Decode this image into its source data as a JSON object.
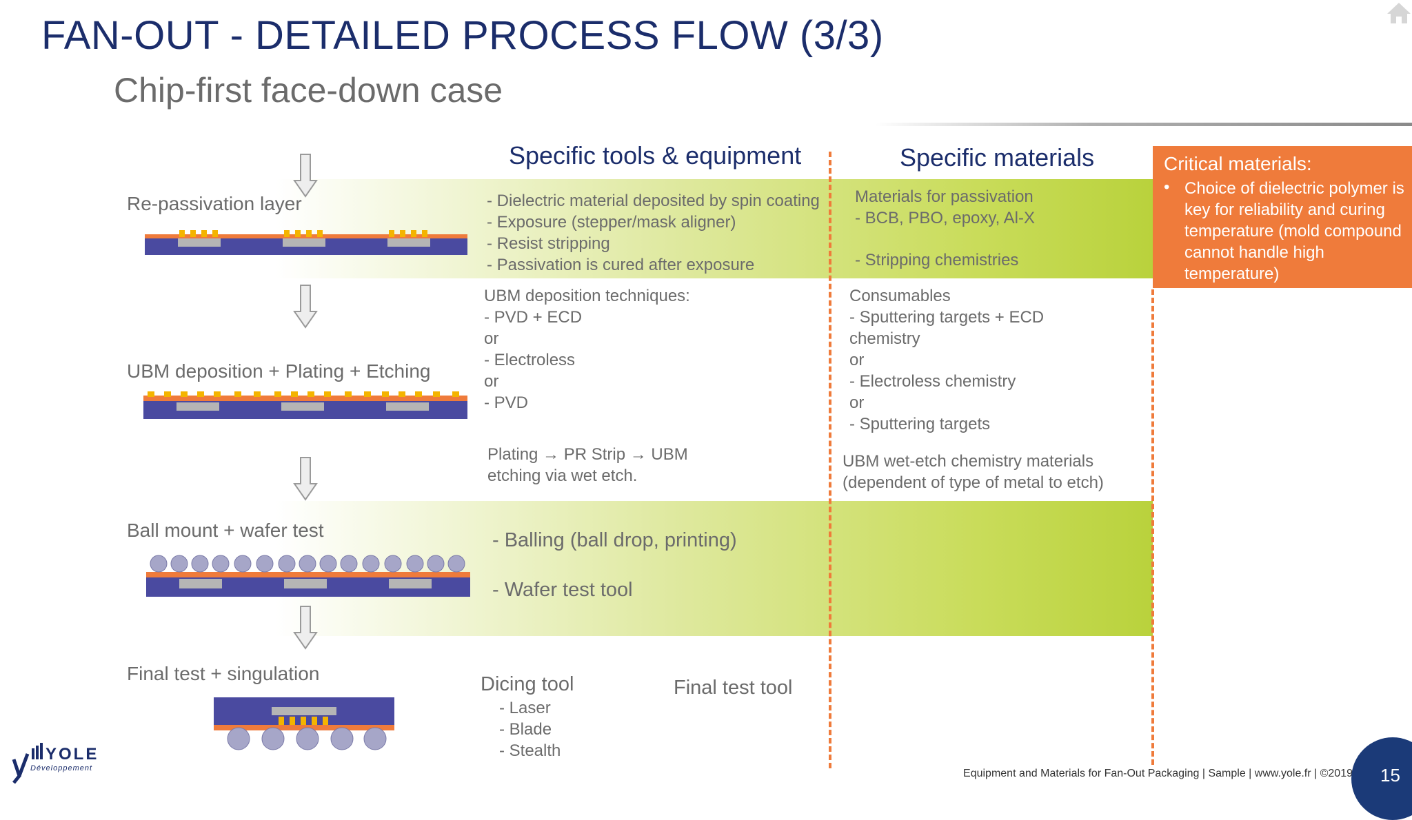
{
  "title": "FAN-OUT - DETAILED PROCESS FLOW (3/3)",
  "subtitle": "Chip-first face-down case",
  "columns": {
    "tools": "Specific tools & equipment",
    "materials": "Specific materials"
  },
  "critical": {
    "title": "Critical materials:",
    "bullet": "•",
    "text": "Choice of dielectric polymer is key for reliability and curing temperature (mold compound cannot handle high temperature)"
  },
  "steps": [
    {
      "label": "Re-passivation layer"
    },
    {
      "label": "UBM deposition + Plating + Etching"
    },
    {
      "label": "Ball mount + wafer test"
    },
    {
      "label": "Final test + singulation"
    }
  ],
  "tools": {
    "repassivation": [
      "-   Dielectric material deposited by spin coating",
      "-   Exposure (stepper/mask aligner)",
      "-   Resist stripping",
      "-   Passivation is cured after exposure"
    ],
    "ubm": [
      "UBM deposition techniques:",
      "- PVD + ECD",
      "or",
      "- Electroless",
      "or",
      "- PVD"
    ],
    "plating": [
      "Plating → PR Strip → UBM",
      "etching via wet etch."
    ],
    "balling": "- Balling (ball drop, printing)",
    "wafer_test": "- Wafer test tool",
    "dicing_title": "Dicing tool",
    "dicing_items": [
      "- Laser",
      "- Blade",
      "- Stealth"
    ],
    "final_test": "Final test tool"
  },
  "materials": {
    "repassivation": [
      "Materials for passivation",
      "- BCB, PBO, epoxy, Al-X"
    ],
    "stripping": "- Stripping chemistries",
    "ubm": [
      "Consumables",
      "- Sputtering targets + ECD",
      "chemistry",
      "or",
      "- Electroless chemistry",
      "or",
      "- Sputtering targets"
    ],
    "wet_etch": [
      "UBM wet-etch chemistry materials",
      "(dependent of type of metal to etch)"
    ]
  },
  "logo": {
    "name": "YOLE",
    "sub": "Développement"
  },
  "footer": "Equipment and Materials for Fan-Out Packaging | Sample | www.yole.fr | ©2019",
  "page_number": "15",
  "colors": {
    "title": "#1b2d6b",
    "accent": "#ef7b3b",
    "band": "#b9d23c",
    "wafer": "#4a4aa0"
  }
}
